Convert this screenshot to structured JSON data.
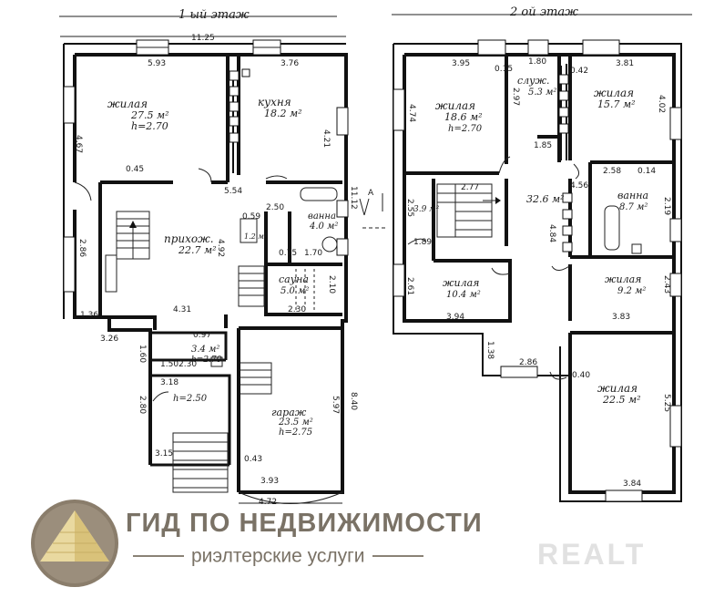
{
  "headers": {
    "floor1": "1 ый этаж",
    "floor2": "2 ой этаж"
  },
  "floor1": {
    "total_width": "11.25",
    "rooms": [
      {
        "id": "living1",
        "name": "жилая",
        "area": "27.5 м²",
        "height": "h=2.70"
      },
      {
        "id": "kitchen",
        "name": "кухня",
        "area": "18.2 м²"
      },
      {
        "id": "hall",
        "name": "прихож.",
        "area": "22.7 м²"
      },
      {
        "id": "bath1",
        "name": "ванна",
        "area": "4.0 м²"
      },
      {
        "id": "sauna",
        "name": "сауна",
        "area": "5.0 м²"
      },
      {
        "id": "garage",
        "name": "гараж",
        "area": "23.5 м²",
        "height": "h=2.75"
      },
      {
        "id": "vestibule",
        "name": "",
        "area": "3.4 м²",
        "height": "h=2.70"
      },
      {
        "id": "porch",
        "name": "",
        "area": "",
        "height": "h=2.50"
      },
      {
        "id": "wc",
        "name": "",
        "area": "1.2 м²"
      }
    ],
    "dims": [
      "5.93",
      "3.76",
      "4.67",
      "0.45",
      "5.54",
      "2.50",
      "4.21",
      "11.12",
      "2.86",
      "4.92",
      "0.59",
      "1.70",
      "0.75",
      "2.10",
      "1.36",
      "4.31",
      "3.26",
      "2.30",
      "0.97",
      "1.60",
      "3.18",
      "2.80",
      "1.50",
      "2.30",
      "3.15",
      "5.97",
      "8.40",
      "0.43",
      "3.93",
      "4.72"
    ]
  },
  "floor2": {
    "rooms": [
      {
        "id": "living2a",
        "name": "жилая",
        "area": "18.6 м²",
        "height": "h=2.70"
      },
      {
        "id": "service",
        "name": "служ.",
        "area": "5.3 м²"
      },
      {
        "id": "living2b",
        "name": "жилая",
        "area": "15.7 м²"
      },
      {
        "id": "hall2",
        "name": "",
        "area": "32.6 м²"
      },
      {
        "id": "bath2",
        "name": "ванна",
        "area": "8.7 м²"
      },
      {
        "id": "stairs2",
        "name": "",
        "area": "3.9 м²"
      },
      {
        "id": "living2c",
        "name": "жилая",
        "area": "10.4 м²"
      },
      {
        "id": "living2d",
        "name": "жилая",
        "area": "9.2 м²"
      },
      {
        "id": "living2e",
        "name": "жилая",
        "area": "22.5 м²"
      }
    ],
    "dims": [
      "3.95",
      "1.80",
      "3.81",
      "4.74",
      "0.15",
      "2.97",
      "0.42",
      "4.02",
      "1.85",
      "2.58",
      "0.14",
      "2.77",
      "4.56",
      "2.55",
      "4.84",
      "2.19",
      "1.89",
      "2.61",
      "3.94",
      "2.43",
      "3.83",
      "1.38",
      "2.86",
      "0.40",
      "5.25",
      "3.84"
    ]
  },
  "section_mark": "A",
  "branding": {
    "title": "ГИД ПО НЕДВИЖИМОСТИ",
    "subtitle": "риэлтерские услуги",
    "watermark": "REALT"
  }
}
